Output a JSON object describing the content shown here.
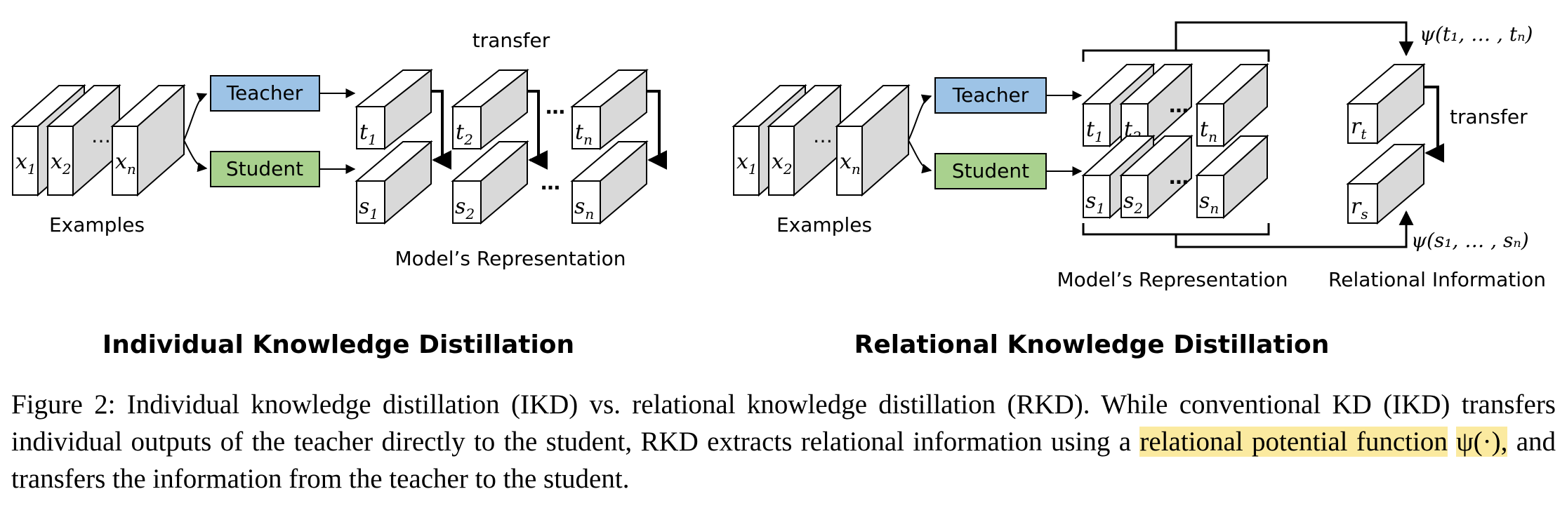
{
  "colors": {
    "teacher_fill": "#9dc3e6",
    "student_fill": "#a9d18e",
    "cube_side": "#d9d9d9",
    "highlight": "#fbeaa0"
  },
  "left": {
    "examples_label": "Examples",
    "example_subs": [
      "1",
      "2",
      "n"
    ],
    "teacher_label": "Teacher",
    "student_label": "Student",
    "transfer_label": "transfer",
    "representation_label": "Model’s Representation",
    "title": "Individual Knowledge Distillation"
  },
  "right": {
    "examples_label": "Examples",
    "teacher_label": "Teacher",
    "student_label": "Student",
    "psi_t": "ψ(t₁, … , tₙ)",
    "psi_s": "ψ(s₁, … , sₙ)",
    "transfer_label": "transfer",
    "representation_label": "Model’s Representation",
    "relational_label": "Relational Information",
    "title": "Relational Knowledge Distillation"
  },
  "caption": {
    "part1": "Figure 2: Individual knowledge distillation (IKD) vs. relational knowledge distillation (RKD). While conventional KD (IKD) transfers individual outputs of the teacher directly to the student, RKD extracts relational information using a ",
    "highlight_text": "relational potential function",
    "highlight_math": "ψ(·),",
    "part2": " and transfers the information from the teacher to the student."
  }
}
